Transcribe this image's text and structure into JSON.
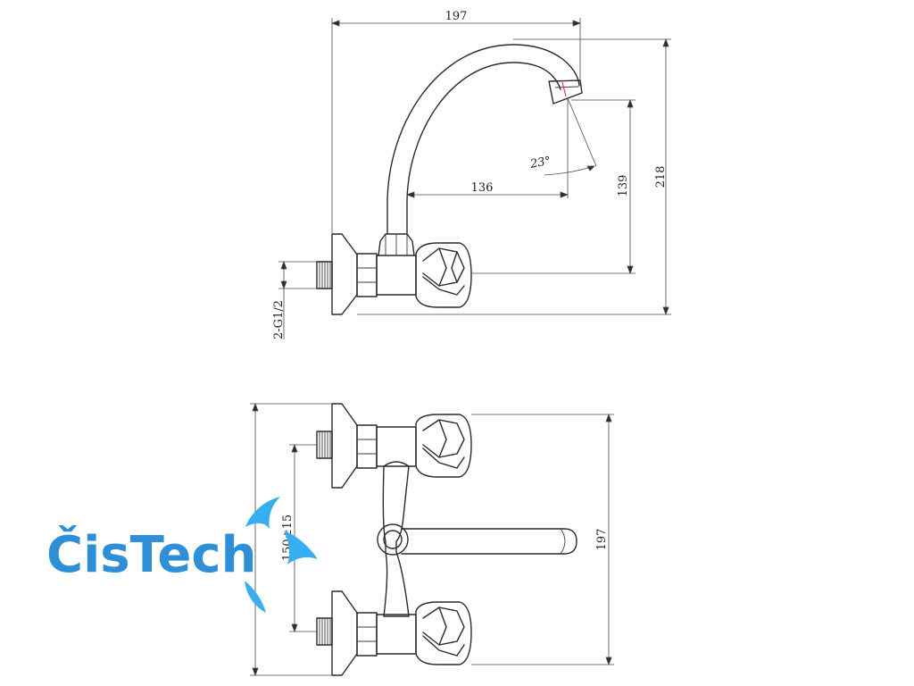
{
  "diagram": {
    "dimensions": {
      "top_width": "197",
      "total_height": "218",
      "spout_height": "139",
      "spout_reach": "136",
      "swivel_angle": "23°",
      "thread": "2-G1/2",
      "bottom_width": "197",
      "center_distance": "150±15"
    }
  },
  "logo": {
    "text": "ČisTech",
    "text_color": "#2e8fd6",
    "swoosh_color": "#36aef0"
  }
}
